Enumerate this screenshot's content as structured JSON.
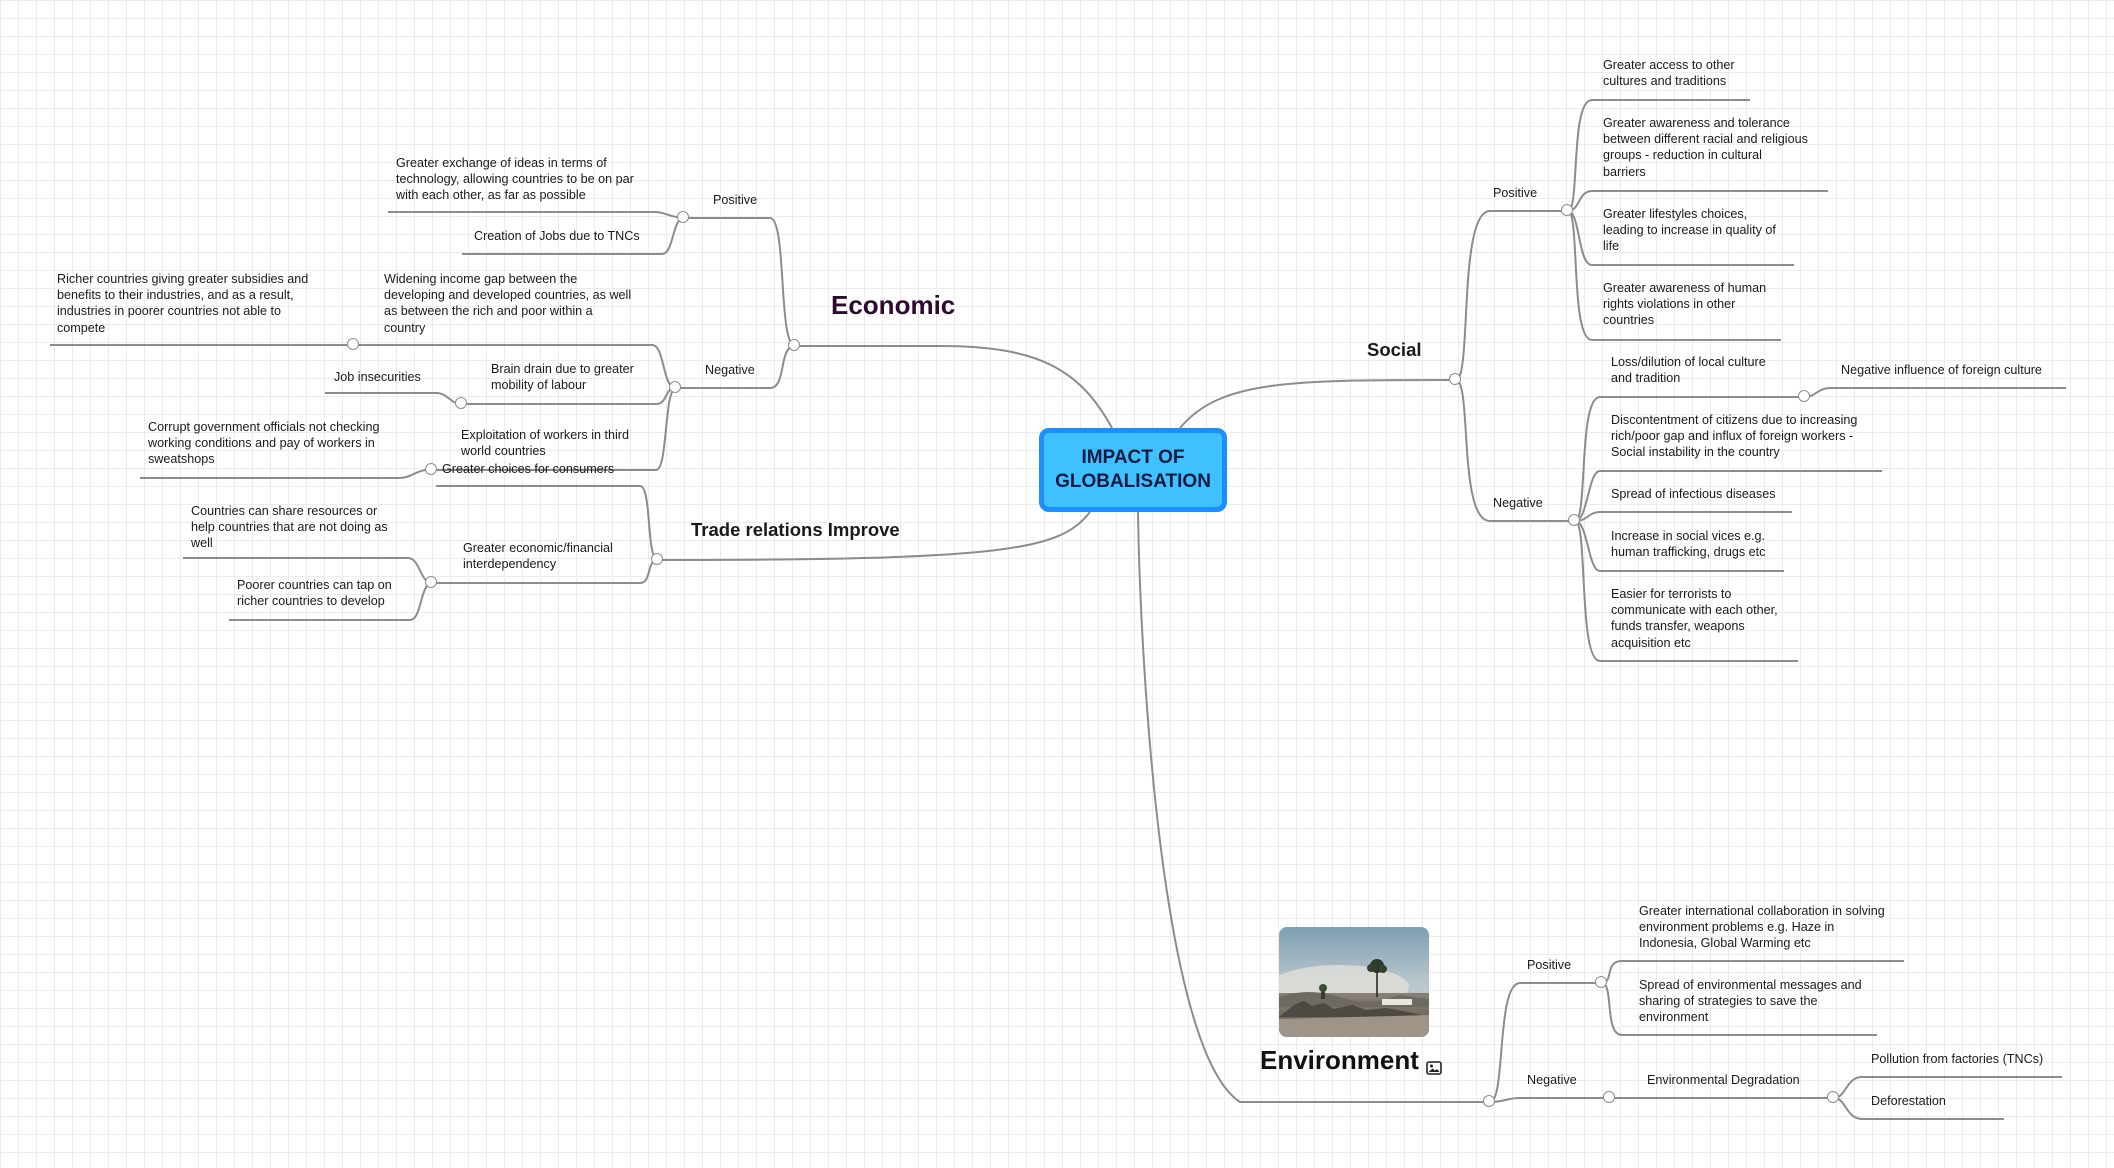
{
  "central": {
    "line1": "IMPACT OF",
    "line2": "GLOBALISATION"
  },
  "economic": {
    "label": "Economic",
    "positive": {
      "label": "Positive",
      "items": [
        {
          "lines": [
            "Greater exchange of ideas in terms of",
            "technology, allowing countries to be on par",
            "with each other, as far as possible"
          ]
        },
        {
          "lines": [
            "Creation of Jobs due to TNCs"
          ]
        }
      ]
    },
    "negative": {
      "label": "Negative",
      "items": [
        {
          "lines": [
            "Widening income gap between the",
            "developing and developed countries, as well",
            "as between the rich and poor within a",
            "country"
          ],
          "sub": [
            "Richer countries giving greater subsidies and",
            "benefits to their industries, and as a result,",
            "industries in poorer countries not able to",
            "compete"
          ]
        },
        {
          "lines": [
            "Brain drain due to greater",
            "mobility of labour"
          ],
          "sub": [
            "Job insecurities"
          ]
        },
        {
          "lines": [
            "Exploitation of workers in third",
            "world countries"
          ],
          "sub": [
            "Corrupt government officials not checking",
            "working conditions and pay of workers in",
            "sweatshops"
          ]
        }
      ]
    }
  },
  "trade": {
    "label": "Trade relations Improve",
    "items": [
      {
        "lines": [
          "Greater choices for consumers"
        ]
      },
      {
        "lines": [
          "Greater economic/financial",
          "interdependency"
        ],
        "subs": [
          [
            "Countries can share resources or",
            "help countries that are not doing as",
            "well"
          ],
          [
            "Poorer countries can tap on",
            "richer countries to develop"
          ]
        ]
      }
    ]
  },
  "social": {
    "label": "Social",
    "positive": {
      "label": "Positive",
      "items": [
        [
          "Greater access to other",
          "cultures and traditions"
        ],
        [
          "Greater awareness and tolerance",
          "between different racial and religious",
          "groups - reduction in cultural",
          "barriers"
        ],
        [
          "Greater lifestyles choices,",
          "leading to increase in quality of",
          "life"
        ],
        [
          "Greater awareness of human",
          "rights violations in other",
          "countries"
        ]
      ]
    },
    "negative": {
      "label": "Negative",
      "items": [
        {
          "lines": [
            "Loss/dilution of local culture",
            "and tradition"
          ],
          "sub": [
            "Negative influence of foreign culture"
          ]
        },
        {
          "lines": [
            "Discontentment of citizens due to increasing",
            "rich/poor gap and influx of foreign workers -",
            "Social instability in the country"
          ]
        },
        {
          "lines": [
            "Spread of infectious diseases"
          ]
        },
        {
          "lines": [
            "Increase in social vices e.g.",
            "human trafficking, drugs etc"
          ]
        },
        {
          "lines": [
            "Easier for terrorists to",
            "communicate with each other,",
            "funds transfer, weapons",
            "acquisition etc"
          ]
        }
      ]
    }
  },
  "environment": {
    "label": "Environment",
    "image_icon": "image-icon",
    "positive": {
      "label": "Positive",
      "items": [
        [
          "Greater international collaboration in solving",
          "environment problems e.g. Haze in",
          "Indonesia, Global Warming etc"
        ],
        [
          "Spread of environmental messages and",
          "sharing of strategies to save the",
          "environment"
        ]
      ]
    },
    "negative": {
      "label": "Negative",
      "child": "Environmental Degradation",
      "subs": [
        "Pollution from factories (TNCs)",
        "Deforestation"
      ]
    }
  },
  "colors": {
    "central_fill": "#3fc0ff",
    "central_border": "#1b8fff",
    "economic_text": "#2c0b2e",
    "connector": "#8c8c8c"
  }
}
